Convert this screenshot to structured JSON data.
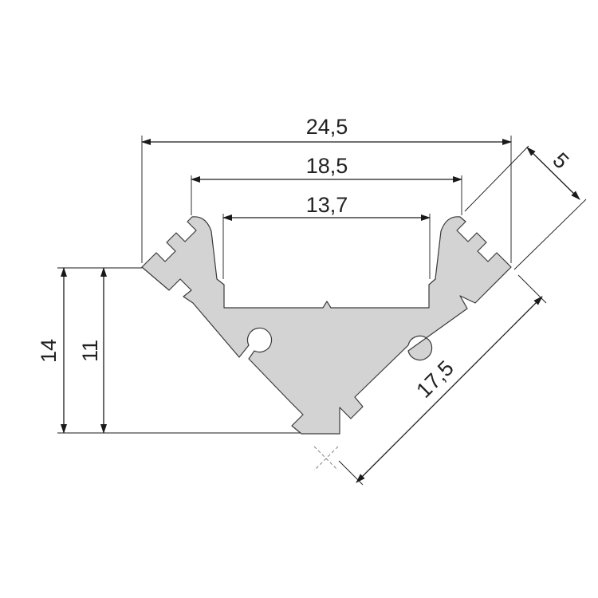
{
  "drawing": {
    "dimensions": {
      "width_outer": "24,5",
      "width_mid": "18,5",
      "width_inner": "13,7",
      "side_depth": "5",
      "diagonal_length": "17,5",
      "height_outer": "14",
      "height_inner": "11"
    }
  },
  "colors": {
    "profile_fill": "#d3d3d3",
    "line": "#1a1a1a"
  }
}
